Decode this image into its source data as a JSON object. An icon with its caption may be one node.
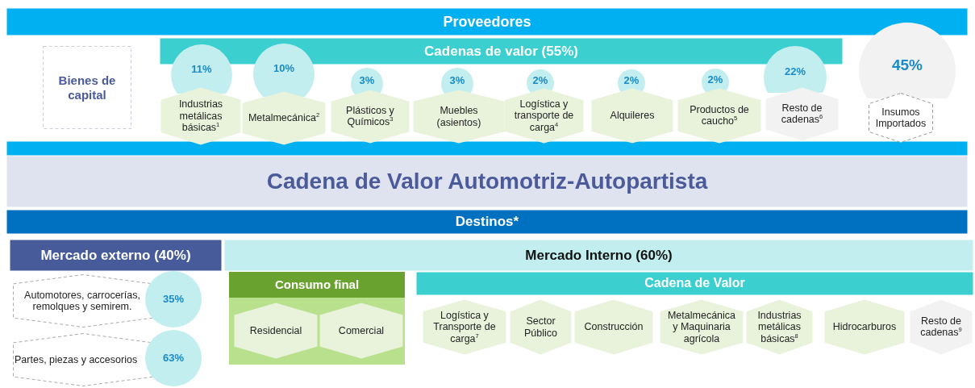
{
  "diagram": {
    "nodes": [
      {
        "text": [
          "Proveedores"
        ]
      },
      {
        "text": [
          "Bienes de capital"
        ]
      },
      {
        "text": [
          "Cadenas de valor (55%)"
        ]
      },
      {
        "text": [
          "11%"
        ]
      },
      {
        "text": [
          "10%"
        ]
      },
      {
        "text": [
          "3%"
        ]
      },
      {
        "text": [
          "3%"
        ]
      },
      {
        "text": [
          "2%"
        ]
      },
      {
        "text": [
          "2%"
        ]
      },
      {
        "text": [
          "2%"
        ]
      },
      {
        "text": [
          "22%"
        ]
      },
      {
        "text": [
          "45%"
        ]
      },
      {
        "text": [
          "Industrias metálicas básicas$^{1}$"
        ]
      },
      {
        "text": [
          "Metalmecánica$^{2}$"
        ]
      },
      {
        "text": [
          "Plásticos y Químicos$^{3}$"
        ]
      },
      {
        "text": [
          "Muebles (asientos)"
        ]
      },
      {
        "text": [
          "Logística y transporte de carga$^{4}$"
        ]
      },
      {
        "text": [
          "Alquileres"
        ]
      },
      {
        "text": [
          "Productos de caucho$^{5}$"
        ]
      },
      {
        "text": [
          "Resto de cadenas$^{6}$"
        ]
      },
      {
        "text": [
          "Insumos Importados"
        ]
      },
      {
        "text": [
          "Cadena de Valor Automotriz-Autopartista"
        ]
      },
      {
        "text": [
          "Destinos*"
        ]
      },
      {
        "text": [
          "Mercado externo (40%)"
        ]
      },
      {
        "text": [
          "Mercado Interno (60%)"
        ]
      },
      {
        "text": [
          "Automotores, carrocerías, remolques y semirem."
        ]
      },
      {
        "text": [
          "35%"
        ]
      },
      {
        "text": [
          "Partes, piezas y accesorios"
        ]
      },
      {
        "text": [
          "63%"
        ]
      },
      {
        "text": [
          "Consumo final"
        ]
      },
      {
        "text": [
          "Residencial"
        ],
        "in": 29
      },
      {
        "text": [
          "Comercial"
        ],
        "in": 29
      },
      {
        "text": [
          "Cadena de Valor"
        ]
      },
      {
        "text": [
          "Logística y Transporte de carga$^{7}$"
        ]
      },
      {
        "text": [
          "Sector Público"
        ]
      },
      {
        "text": [
          "Construcción"
        ]
      },
      {
        "text": [
          "Metalmecánica y Maquinaria agrícola"
        ]
      },
      {
        "text": [
          "Industrias metálicas básicas$^{8}$"
        ]
      },
      {
        "text": [
          "Hidrocarburos"
        ]
      },
      {
        "text": [
          "Resto de cadenas$^{9}$"
        ]
      },
      {
        "text": [],
        "shape": "bar"
      }
    ]
  }
}
